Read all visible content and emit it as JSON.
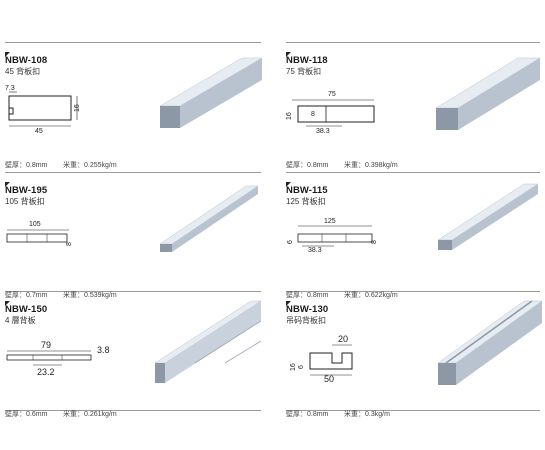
{
  "colors": {
    "rule": "#9a9a9a",
    "aluminum_light": "#e6ecf2",
    "aluminum_mid": "#b8c3cf",
    "aluminum_dark": "#8c98a6",
    "ink": "#222222"
  },
  "products": [
    {
      "code": "NBW-108",
      "name": "45 背板扣",
      "thickness_label": "壁厚：0.8mm",
      "weight_label": "米重：0.255kg/m",
      "dims": [
        "7.3",
        "16",
        "45"
      ]
    },
    {
      "code": "NBW-118",
      "name": "75 背板扣",
      "thickness_label": "壁厚：0.8mm",
      "weight_label": "米重：0.398kg/m",
      "dims": [
        "75",
        "16",
        "38.3",
        "8"
      ]
    },
    {
      "code": "NBW-195",
      "name": "105 背板扣",
      "thickness_label": "壁厚：0.7mm",
      "weight_label": "米重：0.539kg/m",
      "dims": [
        "105",
        "8"
      ]
    },
    {
      "code": "NBW-115",
      "name": "125 背板扣",
      "thickness_label": "壁厚：0.8mm",
      "weight_label": "米重：0.622kg/m",
      "dims": [
        "125",
        "6",
        "38.3",
        "8"
      ]
    },
    {
      "code": "NBW-150",
      "name": "4 層背板",
      "thickness_label": "壁厚：0.6mm",
      "weight_label": "米重：0.261kg/m",
      "dims": [
        "79",
        "3.8",
        "23.2"
      ]
    },
    {
      "code": "NBW-130",
      "name": "吊码背板扣",
      "thickness_label": "壁厚：0.8mm",
      "weight_label": "米重：0.3kg/m",
      "dims": [
        "20",
        "16",
        "6",
        "50"
      ]
    }
  ]
}
